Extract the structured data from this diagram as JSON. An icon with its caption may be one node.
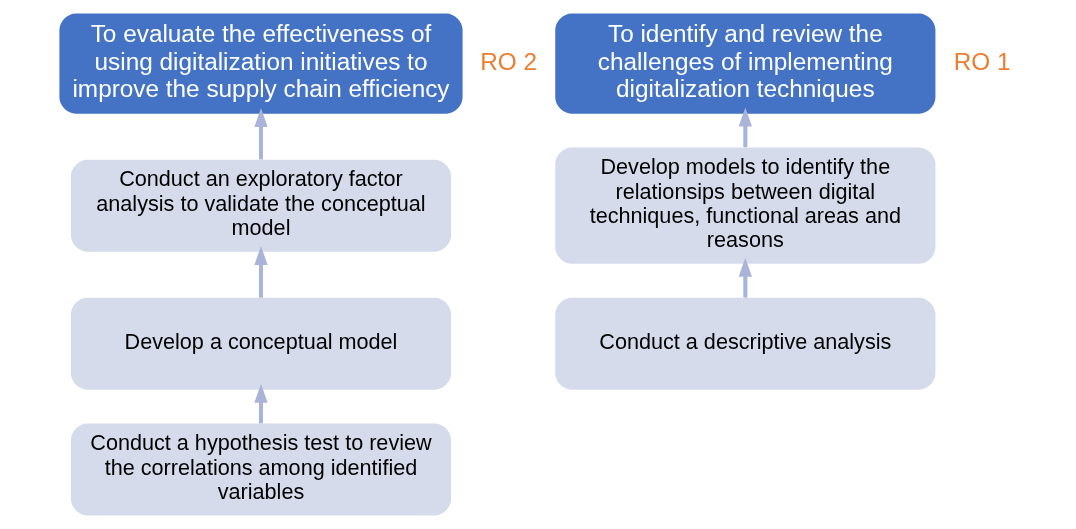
{
  "diagram": {
    "nodes": [
      {
        "text": [
          "To evaluate the effectiveness of using digitalization initiatives to improve the supply chain efficiency"
        ],
        "beside": [
          "RO 2"
        ]
      },
      {
        "text": [
          "Conduct an exploratory factor analysis to validate the conceptual model"
        ]
      },
      {
        "text": [
          "Develop a conceptual model"
        ]
      },
      {
        "text": [
          "Conduct a hypothesis test to review the correlations among identified variables"
        ]
      },
      {
        "text": [
          "To identify and review the challenges of implementing digitalization techniques"
        ],
        "beside": [
          "RO 1"
        ]
      },
      {
        "text": [
          "Develop models to identify the relationsips between digital techniques, functional areas and reasons"
        ]
      },
      {
        "text": [
          "Conduct a descriptive analysis"
        ]
      }
    ],
    "edges": [
      {
        "from": 3,
        "to": 2,
        "arrow": "to"
      },
      {
        "from": 2,
        "to": 1,
        "arrow": "to"
      },
      {
        "from": 1,
        "to": 0,
        "arrow": "to"
      },
      {
        "from": 6,
        "to": 5,
        "arrow": "to"
      },
      {
        "from": 5,
        "to": 4,
        "arrow": "to"
      }
    ]
  }
}
